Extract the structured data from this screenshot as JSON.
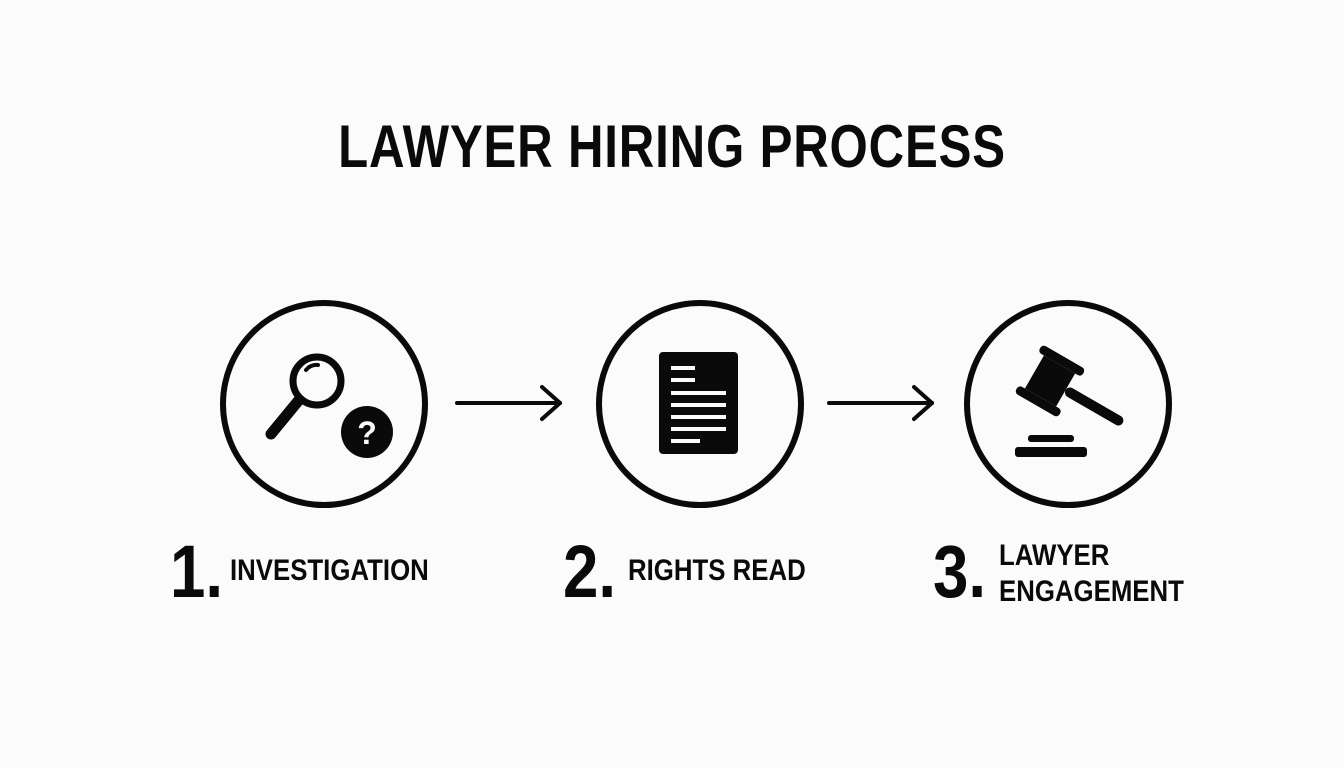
{
  "title": "LAWYER HIRING PROCESS",
  "steps": [
    {
      "number": "1.",
      "label": "INVESTIGATION",
      "icon": "magnifier-question-icon"
    },
    {
      "number": "2.",
      "label": "RIGHTS READ",
      "icon": "document-icon"
    },
    {
      "number": "3.",
      "label_line1": "LAWYER",
      "label_line2": "ENGAGEMENT",
      "icon": "gavel-icon"
    }
  ],
  "colors": {
    "ink": "#0a0a0a",
    "background": "#fbfbfb"
  }
}
